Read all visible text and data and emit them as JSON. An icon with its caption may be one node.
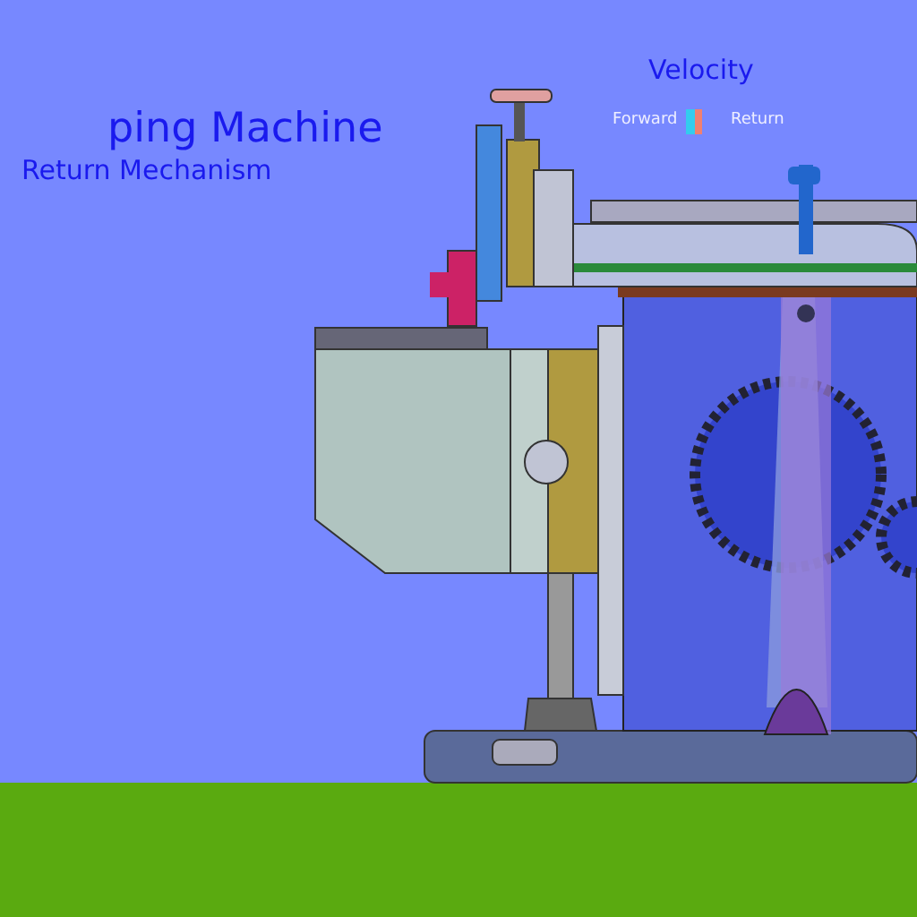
{
  "diagram": {
    "title": "ping Machine",
    "labels": [
      "Return Mechanism",
      "Velocity"
    ],
    "legend": [
      {
        "text": "Forward",
        "color": "#33ccee"
      },
      {
        "text": "Return",
        "color": "#f08070"
      }
    ]
  }
}
